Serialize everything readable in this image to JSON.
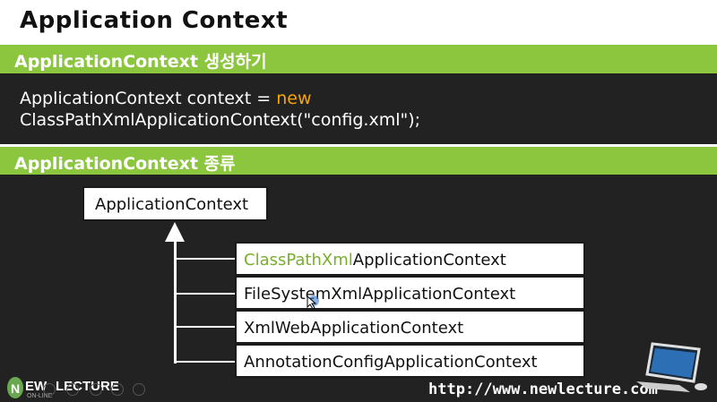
{
  "title": "Application Context",
  "section1": {
    "heading": "ApplicationContext 생성하기",
    "code_line1_a": "ApplicationContext context = ",
    "code_line1_kw": "new",
    "code_line2": "ClassPathXmlApplicationContext(\"config.xml\");"
  },
  "section2": {
    "heading": "ApplicationContext 종류",
    "root": "ApplicationContext",
    "children": [
      {
        "highlight": "ClassPathXml",
        "rest": "ApplicationContext"
      },
      {
        "highlight": "",
        "rest": "FileSystemXmlApplicationContext"
      },
      {
        "highlight": "",
        "rest": "XmlWebApplicationContext"
      },
      {
        "highlight": "",
        "rest": "AnnotationConfigApplicationContext"
      }
    ]
  },
  "footer": {
    "logo_n": "N",
    "logo_ew": "EW",
    "logo_lecture": "LECTURE",
    "logo_online": "ON-LINE",
    "url": "http://www.newlecture.com"
  },
  "colors": {
    "accent": "#8cc63f",
    "keyword": "#f6a700"
  }
}
